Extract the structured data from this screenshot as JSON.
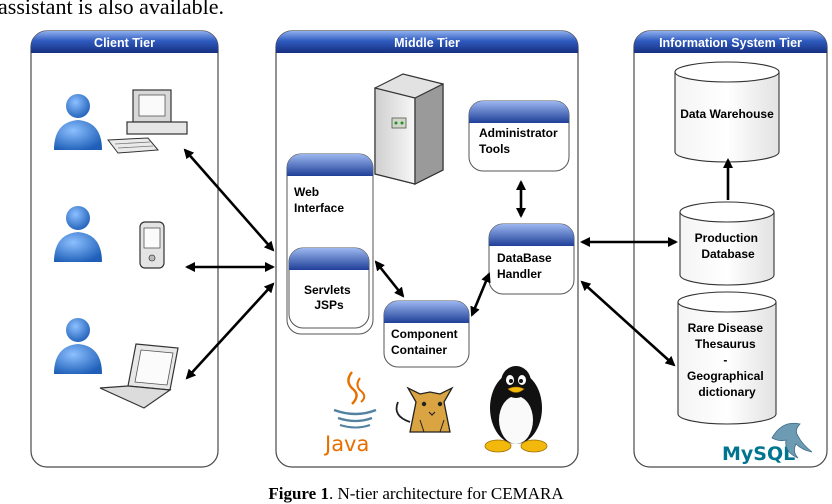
{
  "top_text": "assistant is also available.",
  "tiers": {
    "client": "Client Tier",
    "middle": "Middle Tier",
    "info": "Information System Tier"
  },
  "components": {
    "web_interface": [
      "Web",
      "Interface"
    ],
    "servlets": [
      "Servlets",
      "JSPs"
    ],
    "admin_tools": [
      "Administrator",
      "Tools"
    ],
    "db_handler": [
      "DataBase",
      "Handler"
    ],
    "component_container": [
      "Component",
      "Container"
    ]
  },
  "databases": {
    "data_warehouse": [
      "Data Warehouse"
    ],
    "production_db": [
      "Production",
      "Database"
    ],
    "thesaurus": [
      "Rare Disease",
      "Thesaurus",
      "-",
      "Geographical",
      "dictionary"
    ]
  },
  "logos": {
    "java": "Java",
    "mysql": "MySQL"
  },
  "caption": {
    "label": "Figure 1",
    "text": ". N-tier architecture for CEMARA"
  },
  "colors": {
    "tier_header_dark": "#1c3f95",
    "tier_header_light": "#8aa8e8",
    "person": "#3a7fd0"
  }
}
